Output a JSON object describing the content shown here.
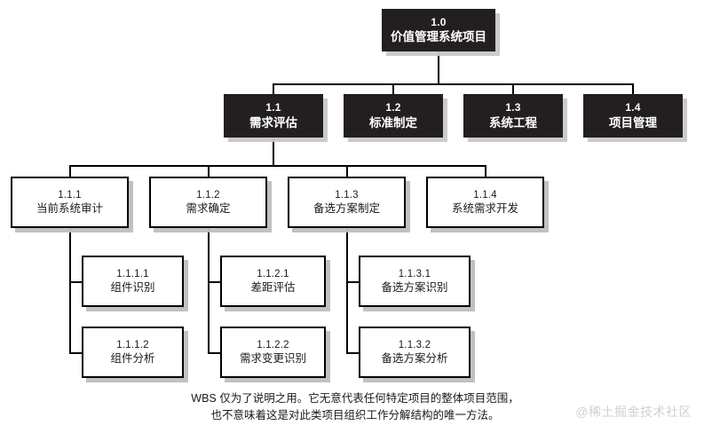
{
  "diagram": {
    "type": "work-breakdown-structure",
    "colors": {
      "dark_node_bg": "#231f20",
      "dark_node_text": "#ffffff",
      "light_node_bg": "#ffffff",
      "light_node_border": "#000000",
      "light_node_text": "#1a1a1a",
      "shadow": "#c8c8c8",
      "canvas_bg": "#ffffff",
      "watermark": "#d0d0d0"
    },
    "nodes": {
      "root": {
        "code": "1.0",
        "title": "价值管理系统项目"
      },
      "level2": [
        {
          "code": "1.1",
          "title": "需求评估"
        },
        {
          "code": "1.2",
          "title": "标准制定"
        },
        {
          "code": "1.3",
          "title": "系统工程"
        },
        {
          "code": "1.4",
          "title": "项目管理"
        }
      ],
      "level3": [
        {
          "code": "1.1.1",
          "title": "当前系统审计"
        },
        {
          "code": "1.1.2",
          "title": "需求确定"
        },
        {
          "code": "1.1.3",
          "title": "备选方案制定"
        },
        {
          "code": "1.1.4",
          "title": "系统需求开发"
        }
      ],
      "level4": [
        {
          "code": "1.1.1.1",
          "title": "组件识别"
        },
        {
          "code": "1.1.1.2",
          "title": "组件分析"
        },
        {
          "code": "1.1.2.1",
          "title": "差距评估"
        },
        {
          "code": "1.1.2.2",
          "title": "需求变更识别"
        },
        {
          "code": "1.1.3.1",
          "title": "备选方案识别"
        },
        {
          "code": "1.1.3.2",
          "title": "备选方案分析"
        }
      ]
    },
    "footnote": {
      "line1": "WBS 仅为了说明之用。它无意代表任何特定项目的整体项目范围，",
      "line2": "也不意味着这是对此类项目组织工作分解结构的唯一方法。"
    },
    "watermark": "@稀土掘金技术社区"
  }
}
